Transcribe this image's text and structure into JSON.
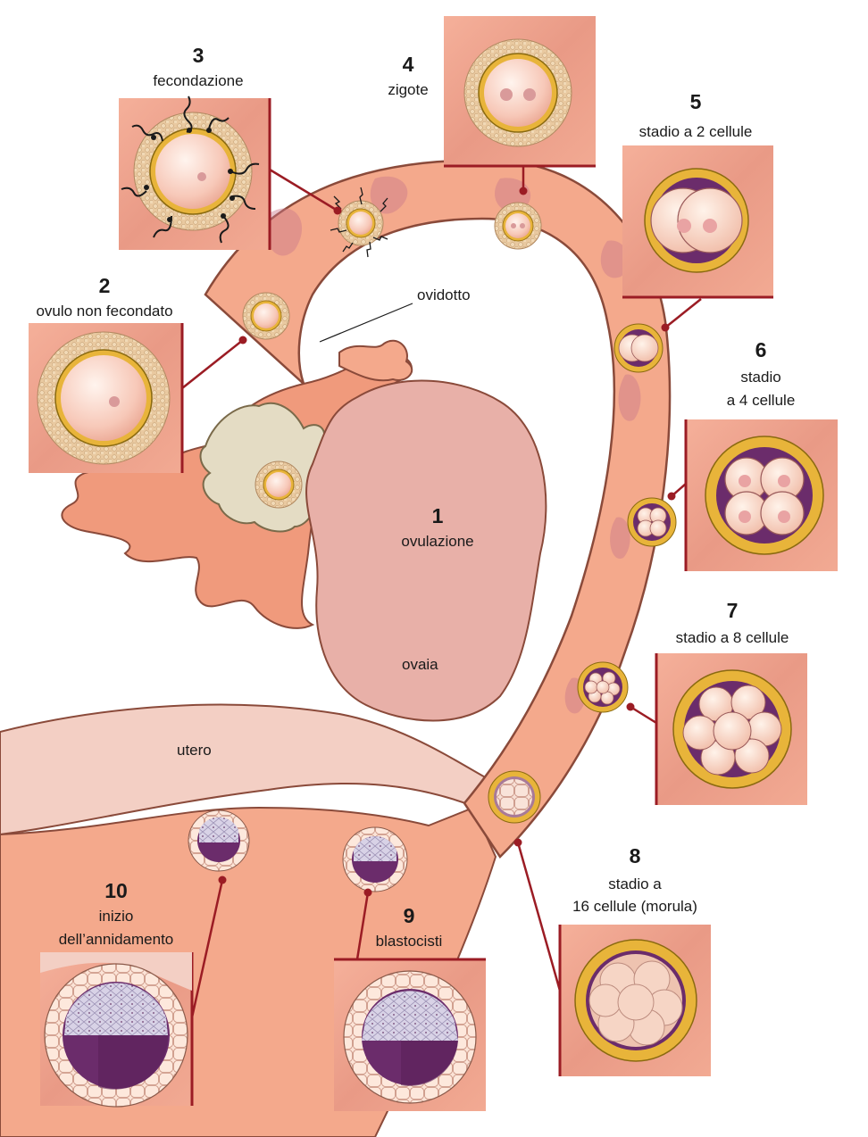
{
  "organs": {
    "oviduct": "ovidotto",
    "ovary": "ovaia",
    "uterus": "utero"
  },
  "stages": [
    {
      "number": "1",
      "label_lines": [
        "ovulazione"
      ]
    },
    {
      "number": "2",
      "label_lines": [
        "ovulo non fecondato"
      ]
    },
    {
      "number": "3",
      "label_lines": [
        "fecondazione"
      ]
    },
    {
      "number": "4",
      "label_lines": [
        "zigote"
      ]
    },
    {
      "number": "5",
      "label_lines": [
        "stadio a 2 cellule"
      ]
    },
    {
      "number": "6",
      "label_lines": [
        "stadio",
        "a 4 cellule"
      ]
    },
    {
      "number": "7",
      "label_lines": [
        "stadio a 8 cellule"
      ]
    },
    {
      "number": "8",
      "label_lines": [
        "stadio a",
        "16 cellule (morula)"
      ]
    },
    {
      "number": "9",
      "label_lines": [
        "blastocisti"
      ]
    },
    {
      "number": "10",
      "label_lines": [
        "inizio",
        "dell’annidamento"
      ]
    }
  ],
  "colors": {
    "tissue": "#f4a98c",
    "tissue_dark": "#c9788a",
    "ovary": "#e8b0a8",
    "uterus_cavity": "#f3cfc4",
    "zona": "#e8b43a",
    "purple": "#6b2c6b",
    "frame": "#9b1c24",
    "granulosa": "#e9c9a0"
  }
}
